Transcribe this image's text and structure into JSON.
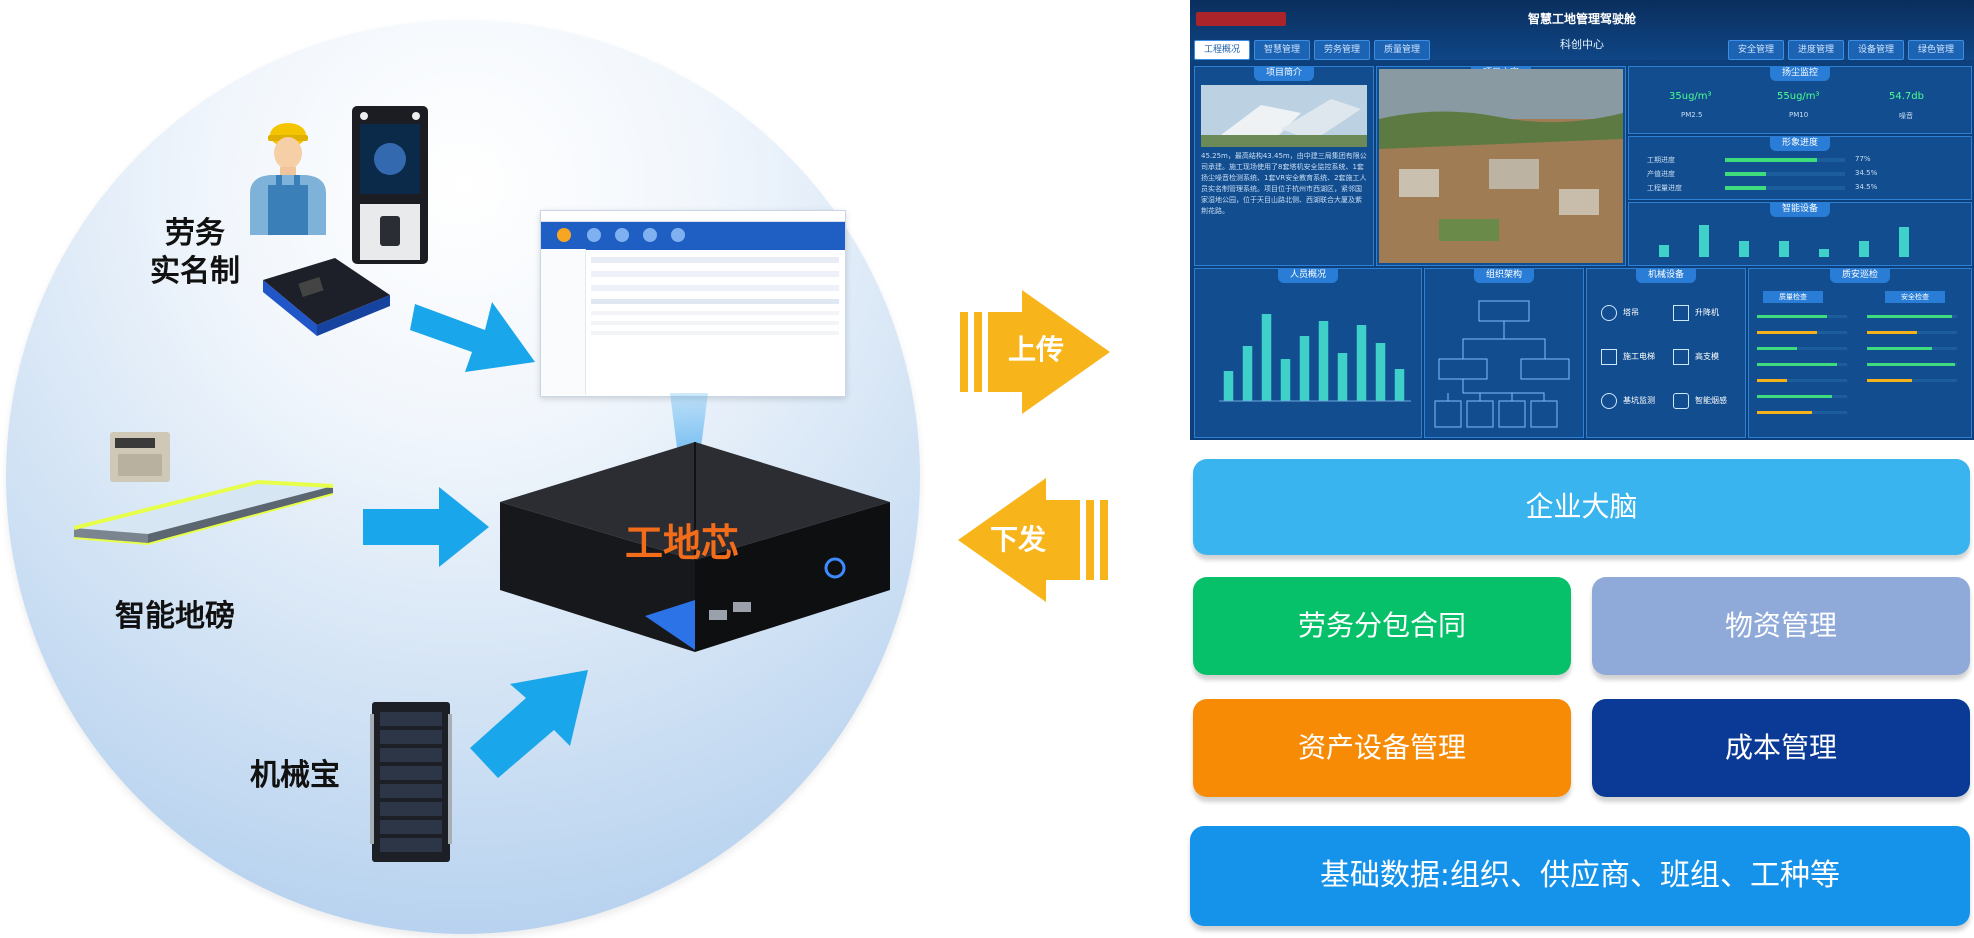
{
  "left": {
    "labels": {
      "labor_line1": "劳务",
      "labor_line2": "实名制",
      "scale": "智能地磅",
      "machine": "机械宝",
      "chip": "工地芯"
    }
  },
  "middle": {
    "upload": "上传",
    "download": "下发"
  },
  "dashboard": {
    "title": "智慧工地管理驾驶舱",
    "subtitle": "科创中心",
    "tabs_left": [
      "工程概况",
      "智慧管理",
      "劳务管理",
      "质量管理"
    ],
    "tabs_right": [
      "安全管理",
      "进度管理",
      "设备管理",
      "绿色管理"
    ],
    "panels": {
      "intro": "项目简介",
      "photo": "项目之窗",
      "env": "扬尘监控",
      "progress": "形象进度",
      "devices": "智能设备",
      "people": "人员概况",
      "org": "组织架构",
      "mech": "机械设备",
      "quality": "质安巡检"
    },
    "intro_text": "45.25m，最高结构43.45m，由中建三局集团有限公司承建。施工现场使用了8套塔机安全监控系统、1套扬尘噪音检测系统、1套VR安全教育系统、2套施工人员实名制管理系统。项目位于杭州市西湖区，紧邻国家湿地公园，位于天目山路北侧、西湖联合大厦及紫荆花路。",
    "env_values": [
      "35ug/m³",
      "55ug/m³",
      "54.7db"
    ],
    "env_labels": [
      "PM2.5",
      "PM10",
      "噪音"
    ],
    "progress_rows": [
      {
        "label": "工期进度",
        "value": 0.77,
        "text": "77%"
      },
      {
        "label": "产值进度",
        "value": 0.345,
        "text": "34.5%"
      },
      {
        "label": "工程量进度",
        "value": 0.345,
        "text": "34.5%"
      }
    ],
    "mech_items": [
      "塔吊",
      "升降机",
      "施工电梯",
      "高支模",
      "基坑监测",
      "智能烟感"
    ],
    "people_values": [
      30,
      55,
      87,
      42,
      65,
      80,
      48,
      76,
      58,
      32
    ],
    "quality_tabs": [
      "质量检查",
      "安全检查"
    ]
  },
  "modules": {
    "brain": "企业大脑",
    "labor": "劳务分包合同",
    "material": "物资管理",
    "asset": "资产设备管理",
    "cost": "成本管理",
    "base": "基础数据:组织、供应商、班组、工种等"
  },
  "colors": {
    "brain": "#3ab4ee",
    "labor": "#06c16a",
    "material": "#8fa9d9",
    "asset": "#f78b06",
    "cost": "#0a3a96",
    "base": "#1592ea",
    "arrow": "#f8b41b",
    "left_arrow": "#1aa6ea"
  }
}
